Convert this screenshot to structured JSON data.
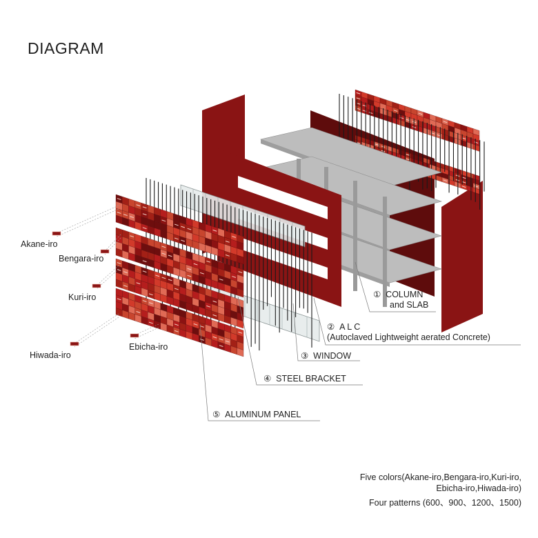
{
  "title": "DIAGRAM",
  "colors": {
    "red": "#8a1414",
    "red_dark": "#5e0c0c",
    "slab": "#bdbdbd",
    "tile_palette": [
      "#b51d1d",
      "#8c1212",
      "#d23a2a",
      "#6e0e0e",
      "#c8452e",
      "#a32016",
      "#e06a55"
    ]
  },
  "color_labels": [
    "Akane-iro",
    "Bengara-iro",
    "Kuri-iro",
    "Hiwada-iro",
    "Ebicha-iro"
  ],
  "components": [
    {
      "num": "①",
      "name": "COLUMN",
      "sub": "and SLAB"
    },
    {
      "num": "②",
      "name": "A L C",
      "sub": "(Autoclaved Lightweight aerated Concrete)"
    },
    {
      "num": "③",
      "name": "WINDOW",
      "sub": ""
    },
    {
      "num": "④",
      "name": "STEEL BRACKET",
      "sub": ""
    },
    {
      "num": "⑤",
      "name": "ALUMINUM PANEL",
      "sub": ""
    }
  ],
  "notes": {
    "colors_line1": "Five colors(Akane-iro,Bengara-iro,Kuri-iro,",
    "colors_line2": "Ebicha-iro,Hiwada-iro)",
    "patterns": "Four patterns (600、900、1200、1500)"
  }
}
